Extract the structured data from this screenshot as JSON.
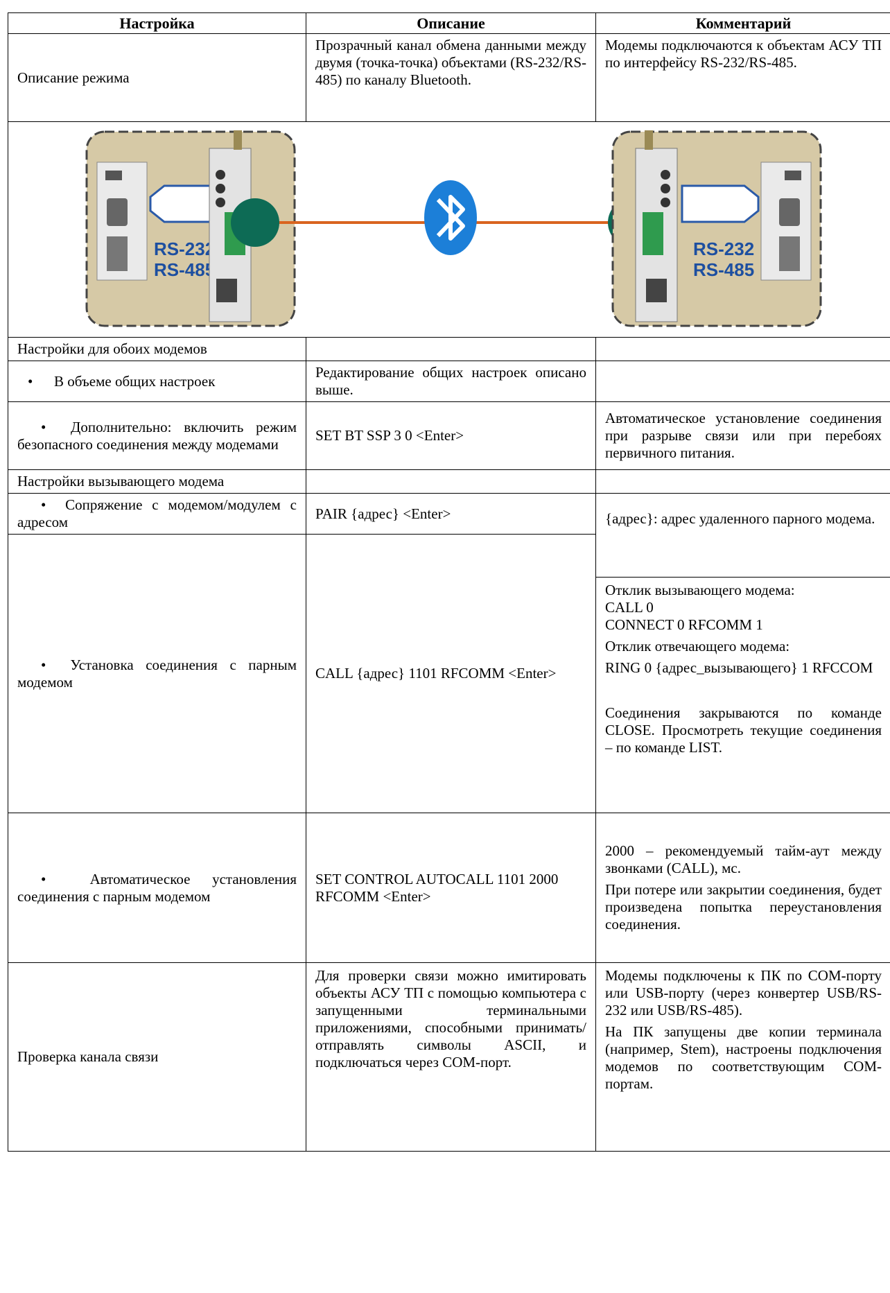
{
  "header": {
    "col1": "Настройка",
    "col2": "Описание",
    "col3": "Комментарий"
  },
  "mode": {
    "name": "Описание режима",
    "description": "Прозрачный канал обмена данными между двумя (точка-точка) объектами (RS-232/RS-485) по каналу Bluetooth.",
    "comment": "Модемы подключаются к объектам АСУ ТП по интерфейсу RS-232/RS-485."
  },
  "diagram": {
    "left_labels": [
      "RS-232",
      "RS-485"
    ],
    "right_labels": [
      "RS-232",
      "RS-485"
    ],
    "icon": "bluetooth-icon",
    "colors": {
      "panel": "#d6c9a6",
      "node": "#0d6b55",
      "link": "#d9641f",
      "bt": "#1c7fd8"
    }
  },
  "both": {
    "section": "Настройки для обоих модемов",
    "general": "В объеме общих настроек",
    "general_desc": "Редактирование общих настроек описано выше.",
    "ssp": "Дополнительно: включить режим безопасного соединения между модемами",
    "ssp_cmd": "SET BT SSP 3 0 <Enter>",
    "ssp_comment": "Автоматическое установление соединения при разрыве связи или при перебоях первичного питания."
  },
  "caller": {
    "section": "Настройки вызывающего модема",
    "pair": "Сопряжение с модемом/модулем с адресом",
    "pair_cmd": "PAIR {адрес} <Enter>",
    "pair_comment": "{адрес}: адрес удаленного парного модема.",
    "call": "Установка соединения с парным модемом",
    "call_cmd": "CALL {адрес} 1101 RFCOMM <Enter>",
    "call_resp_caller_label": "Отклик вызывающего модема:",
    "call_resp_caller_l1": "CALL 0",
    "call_resp_caller_l2": "CONNECT 0 RFCOMM 1",
    "call_resp_answer_label": "Отклик отвечающего модема:",
    "call_resp_answer": "RING 0 {адрес_вызывающего} 1 RFCCOM",
    "call_close": "Соединения закрываются по команде CLOSE. Просмотреть текущие соединения – по команде LIST.",
    "auto": "Автоматическое установления соединения с парным модемом",
    "auto_cmd": "SET CONTROL AUTOCALL 1101 2000 RFCOMM <Enter>",
    "auto_c1": "2000 – рекомендуемый тайм-аут между звонками (CALL), мс.",
    "auto_c2": "При потере или закрытии соединения, будет произведена попытка переустановления соединения."
  },
  "check": {
    "name": "Проверка канала связи",
    "desc": "Для проверки связи можно имитировать объекты АСУ ТП с помощью компьютера с запущенными терминальными приложениями, способными принимать/отправлять символы ASCII, и подключаться через COM-порт.",
    "c1": "Модемы подключены к ПК по COM-порту или USB-порту (через конвертер USB/RS-232 или USB/RS-485).",
    "c2": "На ПК запущены две копии терминала (например, Stem), настроены подключения модемов по соответствующим COM-портам."
  }
}
